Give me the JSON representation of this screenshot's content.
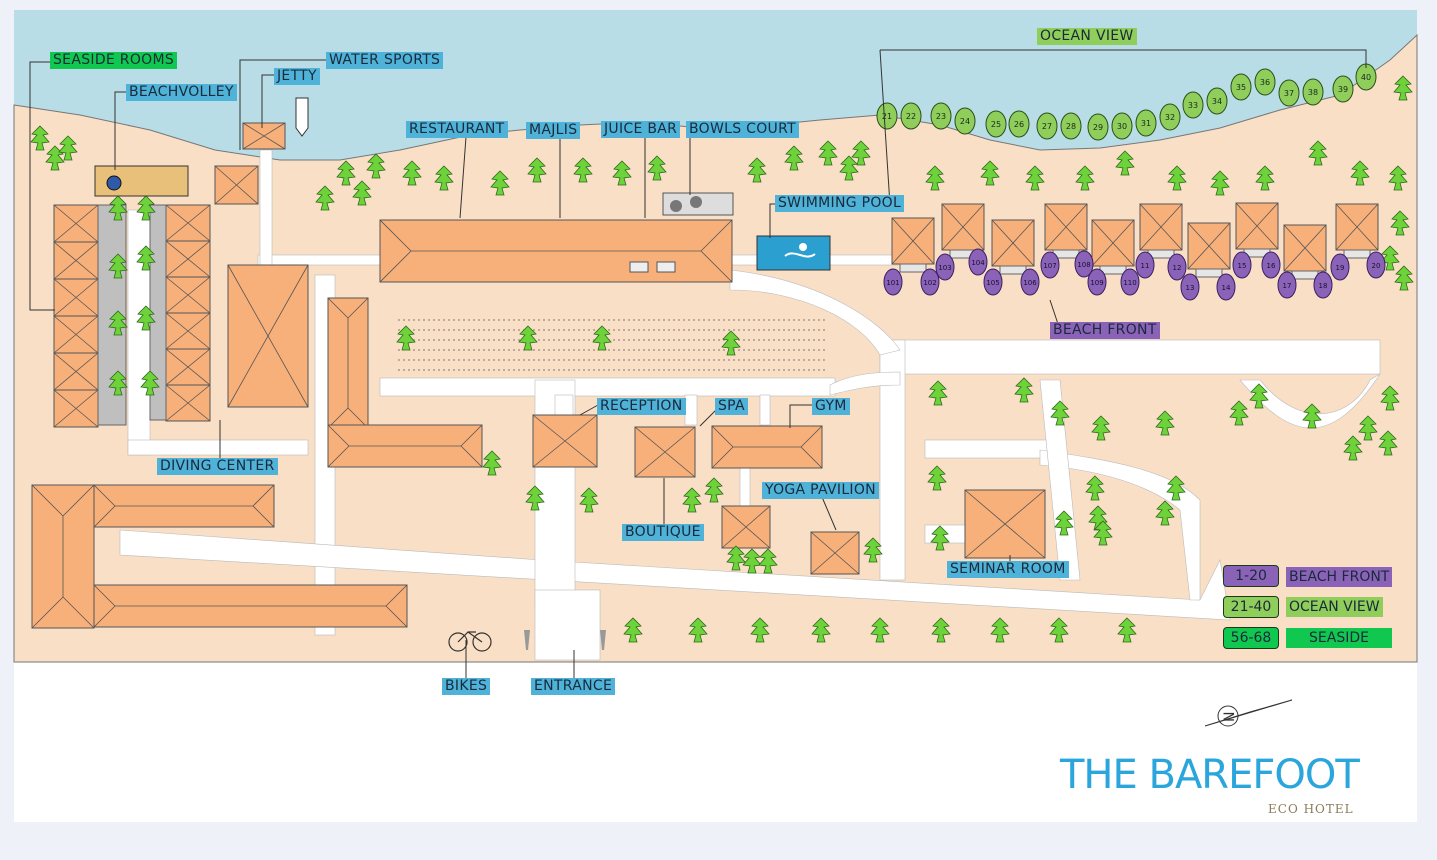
{
  "colors": {
    "sea": "#b9dde6",
    "land": "#f9dfc6",
    "path": "#ffffff",
    "building": "#f8b07a",
    "tree": "#6ed23a",
    "label_bg": "#4fb3d9",
    "beach_front": "#8a63b8",
    "ocean_view": "#8fce5a",
    "seaside": "#10c850",
    "brand": "#2aa6dd"
  },
  "labels": {
    "seaside_rooms": "SEASIDE ROOMS",
    "beachvolley": "BEACHVOLLEY",
    "jetty": "JETTY",
    "water_sports": "WATER SPORTS",
    "restaurant": "RESTAURANT",
    "majlis": "MAJLIS",
    "juice_bar": "JUICE BAR",
    "bowls_court": "BOWLS COURT",
    "swimming_pool": "SWIMMING POOL",
    "ocean_view": "OCEAN VIEW",
    "beach_front": "BEACH FRONT",
    "reception": "RECEPTION",
    "spa": "SPA",
    "gym": "GYM",
    "diving_center": "DIVING CENTER",
    "yoga_pavilion": "YOGA PAVILION",
    "boutique": "BOUTIQUE",
    "seminar_room": "SEMINAR ROOM",
    "bikes": "BIKES",
    "entrance": "ENTRANCE"
  },
  "legend": [
    {
      "range": "1-20",
      "name": "BEACH FRONT",
      "color": "#8a63b8"
    },
    {
      "range": "21-40",
      "name": "OCEAN VIEW",
      "color": "#8fce5a"
    },
    {
      "range": "56-68",
      "name": "SEASIDE",
      "color": "#10c850"
    }
  ],
  "ocean_view_rooms": [
    "21",
    "22",
    "23",
    "24",
    "25",
    "26",
    "27",
    "28",
    "29",
    "30",
    "31",
    "32",
    "33",
    "34",
    "35",
    "36",
    "37",
    "38",
    "39",
    "40"
  ],
  "beach_front_rooms": [
    "101",
    "102",
    "103",
    "104",
    "105",
    "106",
    "107",
    "108",
    "109",
    "110",
    "11",
    "12",
    "13",
    "14",
    "15",
    "16",
    "17",
    "18",
    "19",
    "20"
  ],
  "compass": "N",
  "brand": {
    "name": "THE BAREFOOT",
    "sub": "ECO HOTEL"
  }
}
